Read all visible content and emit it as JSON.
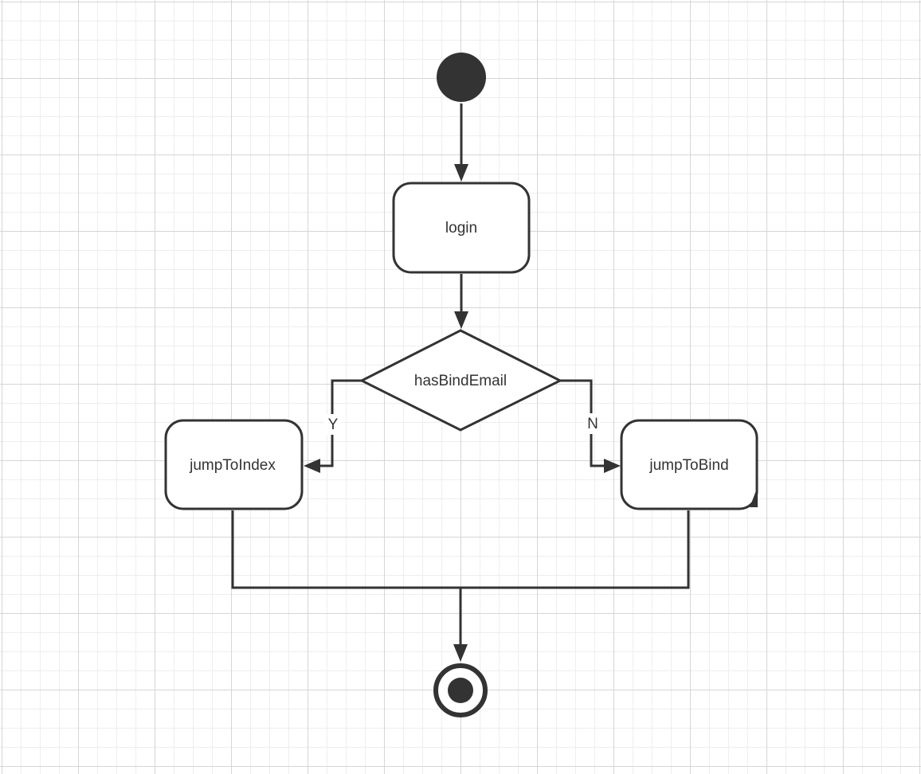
{
  "diagram": {
    "nodes": {
      "start": {
        "kind": "initial"
      },
      "login": {
        "label": "login"
      },
      "decision": {
        "label": "hasBindEmail"
      },
      "index": {
        "label": "jumpToIndex"
      },
      "bind": {
        "label": "jumpToBind"
      },
      "end": {
        "kind": "final"
      }
    },
    "edges": {
      "yes_label": "Y",
      "no_label": "N"
    }
  }
}
